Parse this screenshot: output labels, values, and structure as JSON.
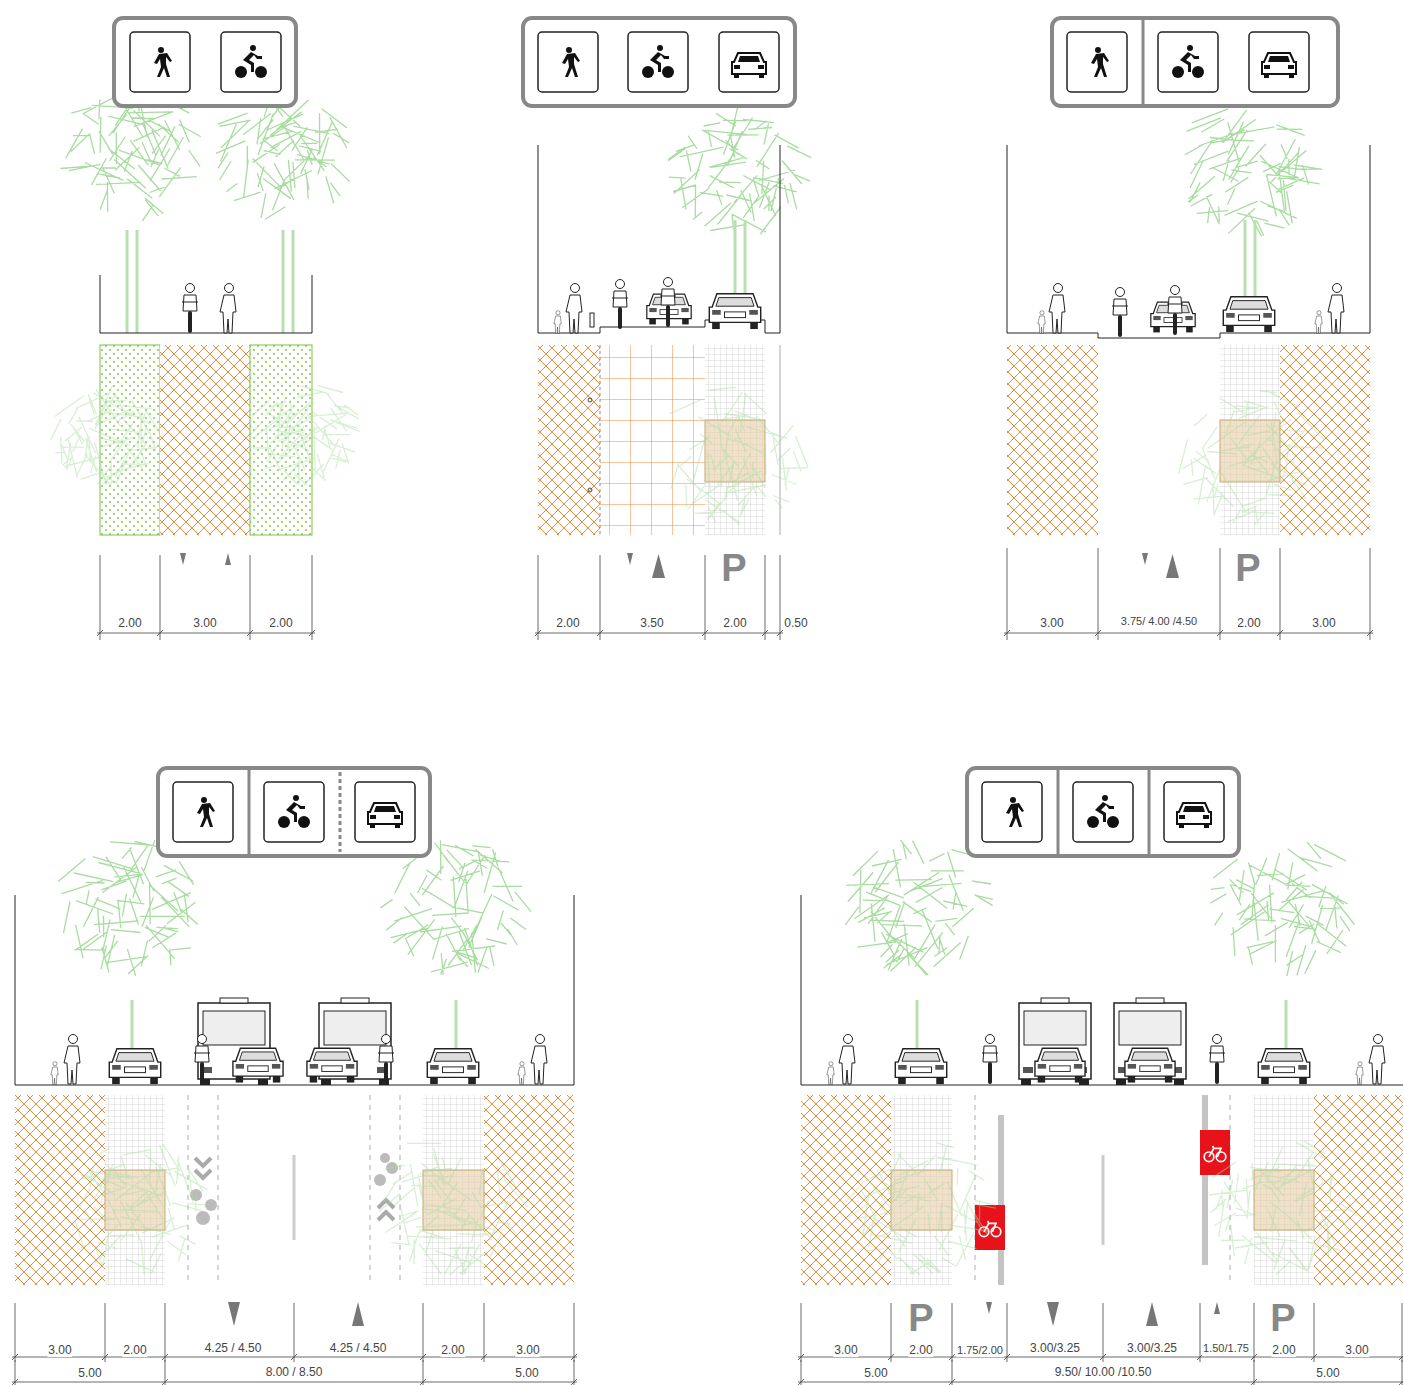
{
  "diagram": {
    "labels": [
      "2.00",
      "3.00",
      "2.00",
      "2.00",
      "3.50",
      "2.00",
      "0.50",
      "P",
      "3.00",
      "3.75/ 4.00 /4.50",
      "2.00",
      "3.00",
      "P",
      "3.00",
      "2.00",
      "4.25 / 4.50",
      "4.25 / 4.50",
      "2.00",
      "3.00",
      "5.00",
      "8.00 / 8.50",
      "5.00",
      "P",
      "3.00",
      "2.00",
      "1.75/2.00",
      "3.00/3.25",
      "3.00/3.25",
      "1.50/1.75",
      "P",
      "2.00",
      "3.00",
      "5.00",
      "9.50/ 10.00 /10.50",
      "5.00"
    ]
  }
}
